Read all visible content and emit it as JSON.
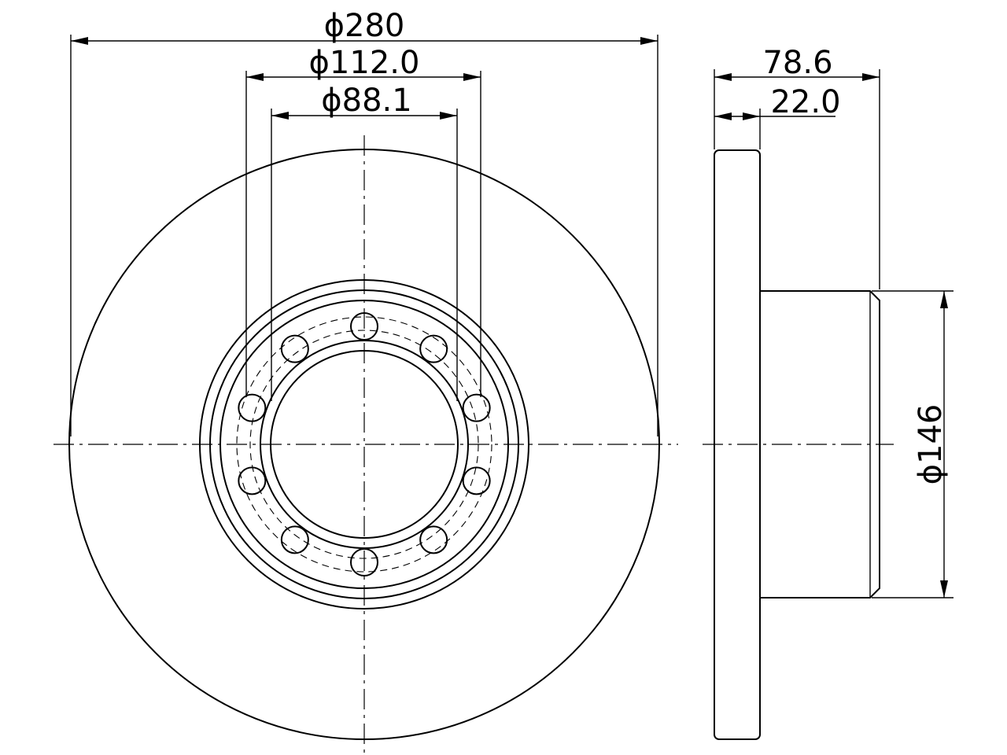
{
  "dimensions": {
    "outer_diameter": "ϕ280",
    "bolt_circle_diameter": "ϕ112.0",
    "center_bore_diameter": "ϕ88.1",
    "overall_height": "78.6",
    "disc_thickness": "22.0",
    "hub_diameter": "ϕ146"
  },
  "counts": {
    "bolt_holes": 10
  }
}
